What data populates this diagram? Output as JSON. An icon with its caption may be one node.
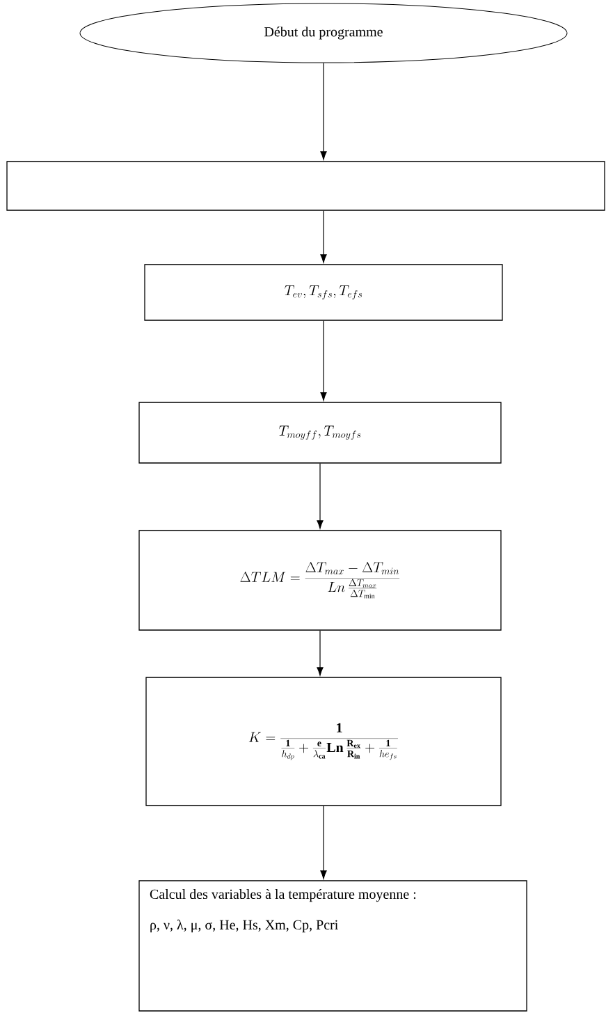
{
  "diagram": {
    "nodes": [
      {
        "text": [
          "Début du programme"
        ]
      },
      {
        "text": [],
        "shape": "box"
      },
      {
        "text": [
          "T_{ev}, T_{sfs}, T_{efs}"
        ]
      },
      {
        "text": [
          "T_{moyff}, T_{moyfs}"
        ]
      },
      {
        "text": [
          "\\Delta TLM = \\frac{\\Delta T_{max} - \\Delta T_{min}}{Ln\\, \\frac{\\Delta T_{max}}{\\Delta T_{\\mathrm{min}}}}"
        ]
      },
      {
        "text": [
          "K = \\frac{\\mathbf{1}}{\\frac{\\mathbf{1}}{h_{dp}} + \\frac{\\mathbf{e}}{\\lambda_{\\mathbf{ca}}} \\mathbf{Ln}\\, \\frac{\\mathbf{R_{ex}}}{\\mathbf{R_{in}}} + \\frac{\\mathbf{1}}{he_{fs}}}"
        ]
      },
      {
        "text": [
          "Calcul des variables  à la température moyenne :",
          "ρ,  ν, λ, μ, σ, He, Hs, Xm, Cp, Pcri"
        ]
      }
    ],
    "edges": [
      {
        "from": 0,
        "to": 1,
        "arrow": "to"
      },
      {
        "from": 1,
        "to": 2,
        "arrow": "to"
      },
      {
        "from": 2,
        "to": 3,
        "arrow": "to"
      },
      {
        "from": 3,
        "to": 4,
        "arrow": "to"
      },
      {
        "from": 4,
        "to": 5,
        "arrow": "to"
      },
      {
        "from": 5,
        "to": 6,
        "arrow": "to"
      }
    ]
  }
}
